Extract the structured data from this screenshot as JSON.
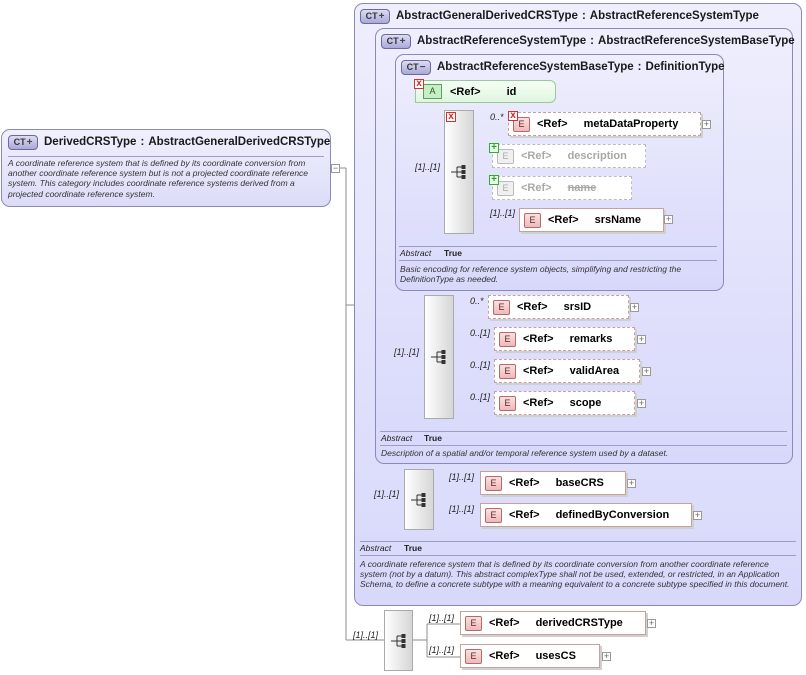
{
  "badges": {
    "complex_type": "CT",
    "element": "E",
    "attribute": "A",
    "ref": "<Ref>",
    "expand": "+",
    "collapse": "−",
    "prohibited": "x",
    "added": "+"
  },
  "annotation_label": "Abstract",
  "annotation_value": "True",
  "main_type": {
    "name": "DerivedCRSType",
    "base": "AbstractGeneralDerivedCRSType",
    "description": "A coordinate reference system that is defined by its coordinate conversion from another coordinate reference system but is not a projected coordinate reference system. This category includes coordinate reference systems derived from a projected coordinate reference system."
  },
  "outer_type": {
    "name": "AbstractGeneralDerivedCRSType",
    "base": "AbstractReferenceSystemType",
    "abstract_text": "A coordinate reference system that is defined by its coordinate conversion from another coordinate reference system (not by a datum). This abstract complexType shall not be used, extended, or restricted, in an Application Schema, to define a concrete subtype with a meaning equivalent to a concrete subtype specified in this document."
  },
  "middle_type": {
    "name": "AbstractReferenceSystemType",
    "base": "AbstractReferenceSystemBaseType",
    "abstract_text": "Description of a spatial and/or temporal reference system used by a dataset."
  },
  "inner_type": {
    "name": "AbstractReferenceSystemBaseType",
    "base": "DefinitionType",
    "abstract_text": "Basic encoding for reference system objects, simplifying and restricting the DefinitionType as needed."
  },
  "attribute_id": {
    "name": "id"
  },
  "inner_sequence": {
    "occurs": "[1]..[1]",
    "elements": [
      {
        "name": "metaDataProperty",
        "occurs": "0..*"
      },
      {
        "name": "description",
        "occurs": ""
      },
      {
        "name": "name",
        "occurs": ""
      },
      {
        "name": "srsName",
        "occurs": "[1]..[1]"
      }
    ]
  },
  "middle_sequence": {
    "occurs": "[1]..[1]",
    "elements": [
      {
        "name": "srsID",
        "occurs": "0..*"
      },
      {
        "name": "remarks",
        "occurs": "0..[1]"
      },
      {
        "name": "validArea",
        "occurs": "0..[1]"
      },
      {
        "name": "scope",
        "occurs": "0..[1]"
      }
    ]
  },
  "outer_sequence": {
    "occurs": "[1]..[1]",
    "elements": [
      {
        "name": "baseCRS",
        "occurs": "[1]..[1]"
      },
      {
        "name": "definedByConversion",
        "occurs": "[1]..[1]"
      }
    ]
  },
  "main_sequence": {
    "occurs": "[1]..[1]",
    "elements": [
      {
        "name": "derivedCRSType",
        "occurs": "[1]..[1]"
      },
      {
        "name": "usesCS",
        "occurs": "[1]..[1]"
      }
    ]
  }
}
